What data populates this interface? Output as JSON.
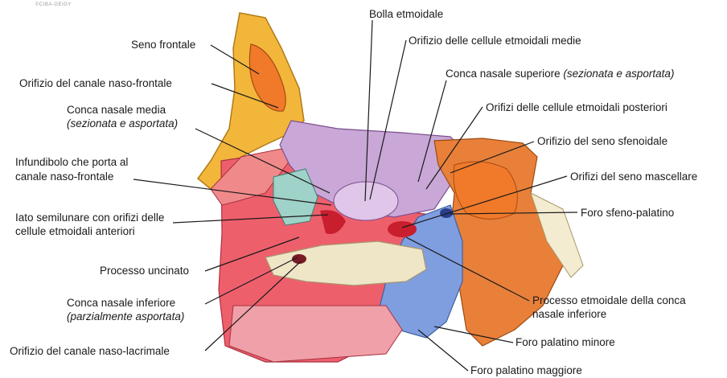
{
  "credit": "©CIBA-GEIGY",
  "labels": {
    "bolla_etmoidale": "Bolla etmoidale",
    "orifizio_cellule_medie": "Orifizio delle cellule etmoidali medie",
    "conca_superiore": "Conca nasale superiore",
    "conca_superiore_note": "(sezionata e asportata)",
    "orifizi_cellule_posteriori": "Orifizi delle cellule etmoidali posteriori",
    "orifizio_seno_sfenoidale": "Orifizio del seno sfenoidale",
    "orifizi_seno_mascellare": "Orifizi del seno mascellare",
    "foro_sfeno_palatino": "Foro sfeno-palatino",
    "processo_etmoidale_1": "Processo etmoidale della conca",
    "processo_etmoidale_2": "nasale inferiore",
    "foro_palatino_minore": "Foro palatino minore",
    "foro_palatino_maggiore": "Foro palatino maggiore",
    "seno_frontale": "Seno frontale",
    "orifizio_naso_frontale": "Orifizio del canale naso-frontale",
    "conca_media": "Conca nasale media",
    "conca_media_note": "(sezionata e asportata)",
    "infundibolo_1": "Infundibolo che porta al",
    "infundibolo_2": "canale naso-frontale",
    "iato_1": "Iato semilunare con orifizi delle",
    "iato_2": "cellule etmoidali anteriori",
    "processo_uncinato": "Processo uncinato",
    "conca_inferiore": "Conca nasale inferiore",
    "conca_inferiore_note": "(parzialmente asportata)",
    "orifizio_naso_lacrimale": "Orifizio del canale naso-lacrimale"
  },
  "colors": {
    "frontal_bone": "#f2b63a",
    "sinus_orange": "#f07a2a",
    "sphenoid": "#e8803a",
    "ethmoid_purple": "#c9a7d6",
    "palatine_blue": "#7f9ee0",
    "maxilla_pink": "#ee5f6c",
    "inferior_concha": "#efe6c8",
    "lacrimal_teal": "#9fd2c8",
    "bone_cream": "#f3ecd0",
    "leader_line": "#1a1a1a"
  }
}
